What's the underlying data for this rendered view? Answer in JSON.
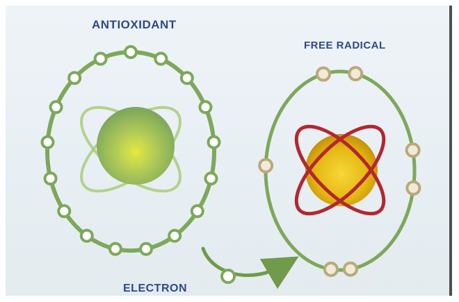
{
  "labels": {
    "antioxidant": "ANTIOXIDANT",
    "free_radical": "FREE RADICAL",
    "electron": "ELECTRON"
  },
  "colors": {
    "background": "#e9f0f4",
    "label_text": "#2b4a86",
    "antioxidant_ring": "#7da85a",
    "antioxidant_orbit": "#a9cc78",
    "antioxidant_core": "#9bc15f",
    "free_radical_ring": "#7da85a",
    "free_radical_orbit": "#b3272f",
    "free_radical_core": "#e5b812",
    "electron_fill": "#ffffff",
    "radical_electron_fill": "#f2ead8",
    "arrow": "#6f9b4a"
  },
  "atoms": {
    "antioxidant": {
      "electron_count": 17
    },
    "free_radical": {
      "electron_count": 7
    }
  }
}
